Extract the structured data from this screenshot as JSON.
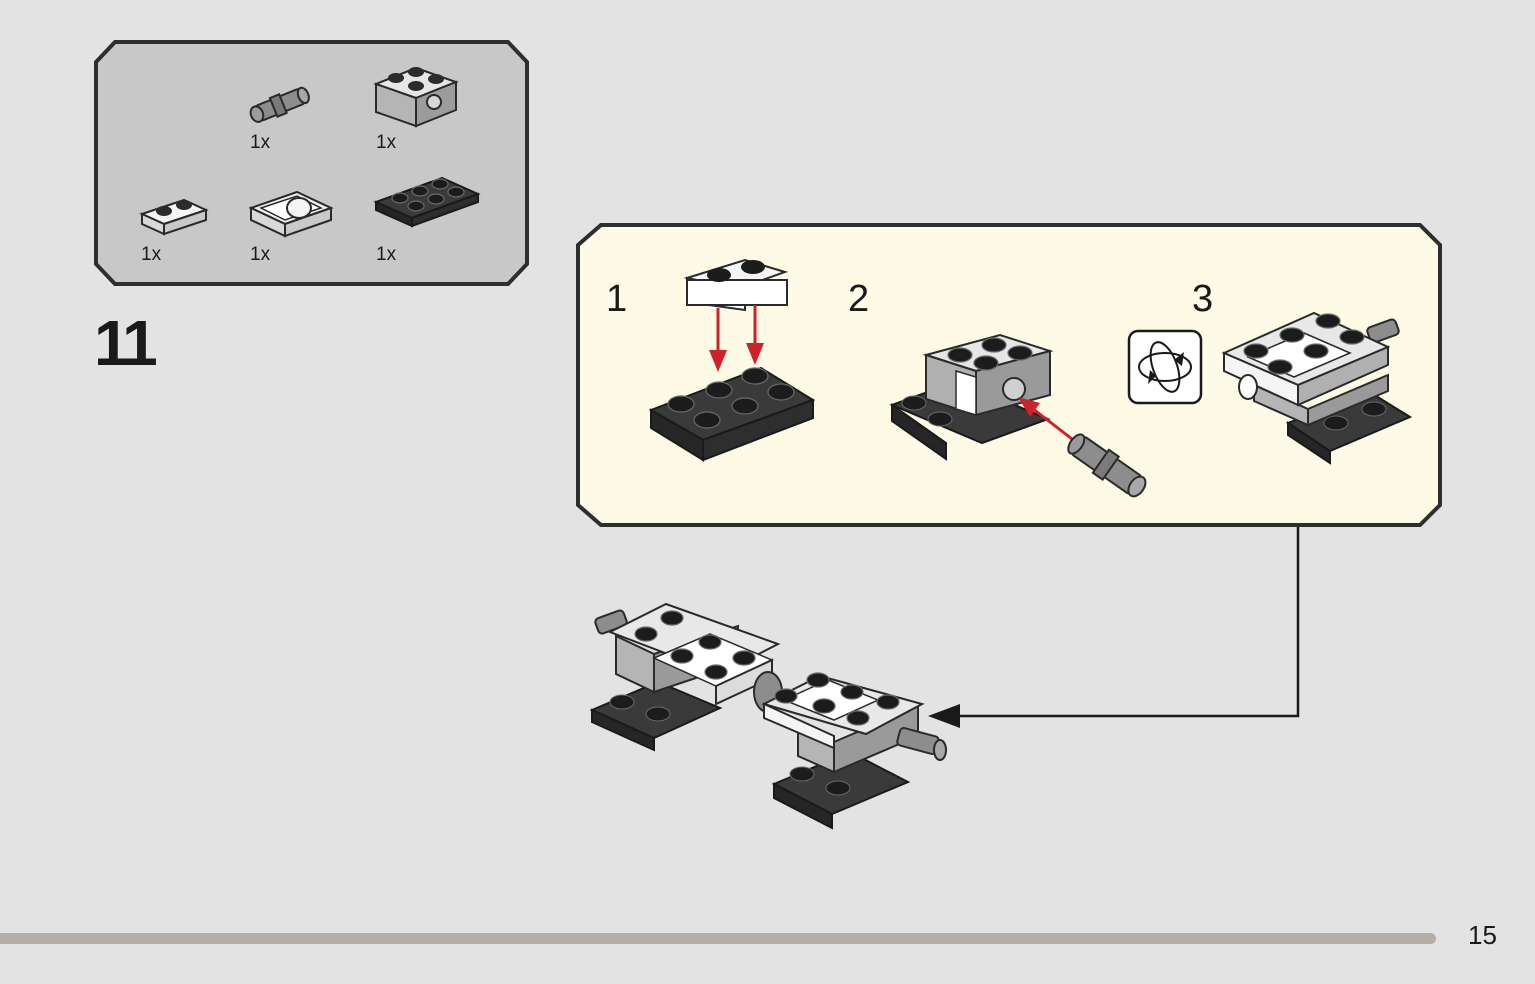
{
  "parts_list": {
    "items": [
      {
        "name": "technic-pin-icon",
        "quantity": "1x"
      },
      {
        "name": "brick-with-hole-icon",
        "quantity": "1x"
      },
      {
        "name": "white-plate-1x2-icon",
        "quantity": "1x"
      },
      {
        "name": "white-bracket-icon",
        "quantity": "1x"
      },
      {
        "name": "black-plate-2x3-icon",
        "quantity": "1x"
      }
    ]
  },
  "step": {
    "number": "11"
  },
  "substeps": [
    {
      "number": "1"
    },
    {
      "number": "2"
    },
    {
      "number": "3"
    }
  ],
  "rotate_icon": "rotate-model-icon",
  "page": {
    "number": "15"
  },
  "colors": {
    "background": "#e3e3e3",
    "parts_panel": "#c8c8c8",
    "substep_panel": "#fdfbe6",
    "arrow_red": "#d0202a",
    "progress": "#b3aea8"
  }
}
